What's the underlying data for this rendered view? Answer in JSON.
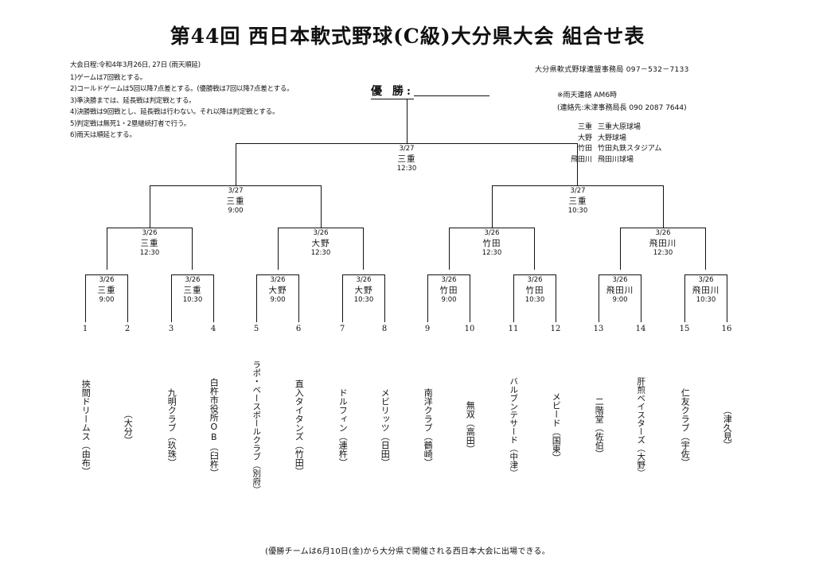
{
  "title": "第44回 西日本軟式野球(C級)大分県大会  組合せ表",
  "notes": [
    "大会日程:令和4年3月26日, 27日 (雨天順延)",
    "1)ゲームは7回戦とする。",
    "2)コールドゲームは5回以降7点差とする。(優勝戦は7回以降7点差とする。",
    "3)準決勝までは、延長戦は判定戦とする。",
    "4)決勝戦は9回戦とし、延長戦は行わない。それ以降は判定戦とする。",
    "5)判定戦は無死1・2塁継続打者で行う。",
    "6)雨天は順延とする。"
  ],
  "office": "大分県軟式野球連盟事務局  097－532－7133",
  "rain_note": "※雨天連絡  AM6時",
  "contact": "(連絡先:末津事務局長  090 2087 7644)",
  "venues": [
    {
      "code": "三重",
      "name": "三重大原球場"
    },
    {
      "code": "大野",
      "name": "大野球場"
    },
    {
      "code": "竹田",
      "name": "竹田丸鉄スタジアム"
    },
    {
      "code": "飛田川",
      "name": "飛田川球場"
    }
  ],
  "champion_label": "優 勝:",
  "champion_value": "",
  "final": {
    "date": "3/27",
    "place": "三重",
    "time": "12:30"
  },
  "semifinals": [
    {
      "date": "3/27",
      "place": "三重",
      "time": "9:00"
    },
    {
      "date": "3/27",
      "place": "三重",
      "time": "10:30"
    }
  ],
  "quarterfinals": [
    {
      "date": "3/26",
      "place": "三重",
      "time": "12:30"
    },
    {
      "date": "3/26",
      "place": "大野",
      "time": "12:30"
    },
    {
      "date": "3/26",
      "place": "竹田",
      "time": "12:30"
    },
    {
      "date": "3/26",
      "place": "飛田川",
      "time": "12:30"
    }
  ],
  "firstround": [
    {
      "date": "3/26",
      "place": "三重",
      "time": "9:00"
    },
    {
      "date": "3/26",
      "place": "三重",
      "time": "10:30"
    },
    {
      "date": "3/26",
      "place": "大野",
      "time": "9:00"
    },
    {
      "date": "3/26",
      "place": "大野",
      "time": "10:30"
    },
    {
      "date": "3/26",
      "place": "竹田",
      "time": "9:00"
    },
    {
      "date": "3/26",
      "place": "竹田",
      "time": "10:30"
    },
    {
      "date": "3/26",
      "place": "飛田川",
      "time": "9:00"
    },
    {
      "date": "3/26",
      "place": "飛田川",
      "time": "10:30"
    }
  ],
  "teams": [
    {
      "num": "1",
      "name": "挾間ドリームス（由布）"
    },
    {
      "num": "2",
      "name": "（大分）"
    },
    {
      "num": "3",
      "name": "九明クラブ（玖珠）"
    },
    {
      "num": "4",
      "name": "白杵市役所OB（臼杵）"
    },
    {
      "num": "5",
      "name": "ラポ・ベースボールクラブ（別府）"
    },
    {
      "num": "6",
      "name": "直入タイタンズ（竹田）"
    },
    {
      "num": "7",
      "name": "ドルフィン（連杵）"
    },
    {
      "num": "8",
      "name": "メビリッツ（日田）"
    },
    {
      "num": "9",
      "name": "南洋クラブ（鶴崎）"
    },
    {
      "num": "10",
      "name": "無双（高田）"
    },
    {
      "num": "11",
      "name": "バルブンテサード（中津）"
    },
    {
      "num": "12",
      "name": "メビード（国東）"
    },
    {
      "num": "13",
      "name": "二階堂（佐伯）"
    },
    {
      "num": "14",
      "name": "肝煎ベイスターズ（大野）"
    },
    {
      "num": "15",
      "name": "仁友クラブ（宇佐）"
    },
    {
      "num": "16",
      "name": "（津久見）"
    }
  ],
  "footer": "(優勝チームは6月10日(金)から大分県で開催される西日本大会に出場できる。"
}
